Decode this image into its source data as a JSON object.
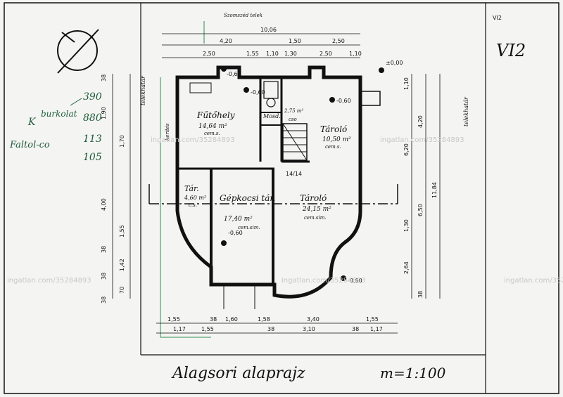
{
  "sheet": {
    "code_small": "VI2",
    "code_large": "VI2",
    "title": "Alagsori alaprajz",
    "scale": "m=1:100",
    "watermark": "ingatlan.com/35284893"
  },
  "notes": {
    "line1_label": "K",
    "line1_word": "burkolat",
    "line1_value": "390",
    "line2_value": "880",
    "line3_label": "Faltol-co",
    "line3_value": "113",
    "line4_value": "105"
  },
  "rooms": [
    {
      "name": "Fűtőhely",
      "area": "14,64 m²",
      "floor": "cem.s."
    },
    {
      "name": "Tároló",
      "area": "10,50 m²",
      "floor": "cem.s."
    },
    {
      "name": "Tár.",
      "area": "4,60 m²",
      "floor": "c.s."
    },
    {
      "name": "Gépkocsi tár.",
      "area": "17,40 m²",
      "floor": "cem.sim."
    },
    {
      "name": "Tároló",
      "area": "24,15 m²",
      "floor": "cem.sim."
    },
    {
      "name": "Mosd.",
      "area": "2,75 m²",
      "floor": "cso"
    }
  ],
  "levels": [
    "-0,60",
    "-0,60",
    "-0,60",
    "-0,60",
    "±0,00",
    "-0,60"
  ],
  "dims_top": {
    "overall": "10,06",
    "row1": [
      "4,20",
      "1,50",
      "2,50"
    ],
    "row2": [
      "2,50",
      "1,55",
      "1,10",
      "1,30",
      "2,50",
      "1,10"
    ]
  },
  "dims_bottom": {
    "row1": [
      "1,55",
      "38",
      "1,60",
      "1,58",
      "3,40",
      "1,55"
    ],
    "row2": [
      "1,17",
      "1,55",
      "38",
      "3,10",
      "38",
      "1,17"
    ]
  },
  "dims_left": [
    "38",
    "1,90",
    "1,70",
    "4,00",
    "1,55",
    "38",
    "1,42",
    "38",
    "70",
    "38"
  ],
  "dims_right": [
    "1,10",
    "4,20",
    "6,20",
    "6,50",
    "1,30",
    "2,64",
    "11,84",
    "38"
  ],
  "side_labels": {
    "left": "telekhatár",
    "right": "telekhatár",
    "top": "Szomszéd telek",
    "kerites": "kerítés"
  },
  "stair": "14/14",
  "colors": {
    "ink": "#111111",
    "green": "#1d5c3a"
  }
}
